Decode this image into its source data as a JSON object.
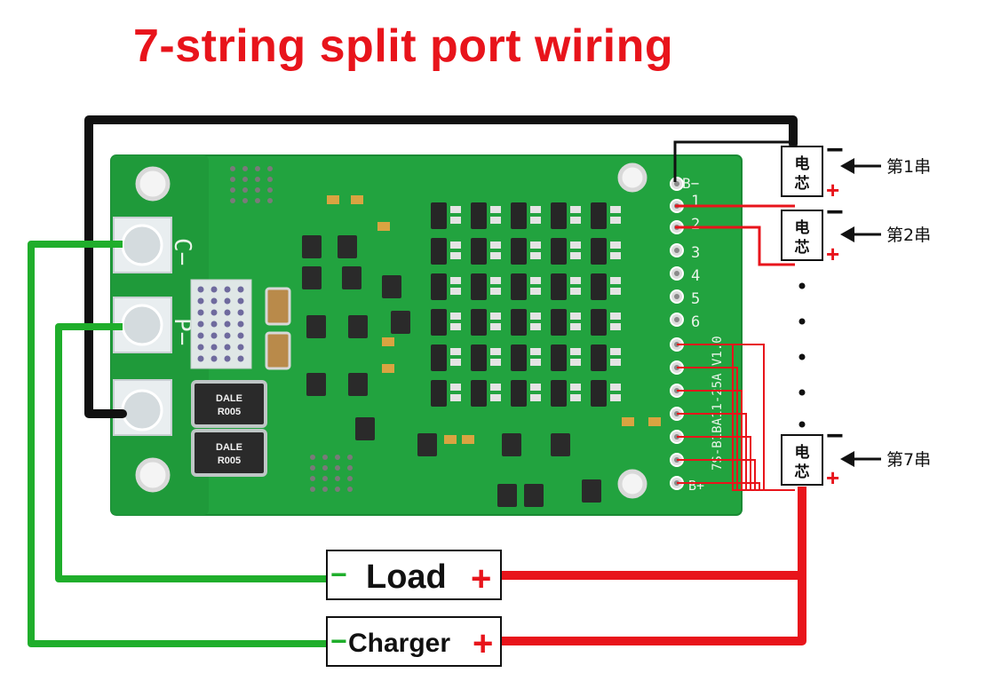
{
  "title": "7-string split port wiring",
  "colors": {
    "title": "#e8141b",
    "pcb": "#22a33f",
    "wire_positive": "#e8141b",
    "wire_negative": "#1fae2b",
    "wire_bminus": "#111111"
  },
  "board": {
    "pad_c_minus": "C−",
    "pad_p_minus": "P−",
    "pad_b_minus": "B−",
    "header_numbers": [
      "1",
      "2",
      "3",
      "4",
      "5",
      "6"
    ],
    "header_last": "B+",
    "resistor_1": {
      "line1": "DALE",
      "line2": "R005"
    },
    "resistor_2": {
      "line1": "DALE",
      "line2": "R005"
    },
    "model_text": "7S-B1BA11-25A V1.0"
  },
  "cells": [
    {
      "text": "电芯",
      "string_label": "第1串",
      "minus": "−",
      "plus": "+"
    },
    {
      "text": "电芯",
      "string_label": "第2串",
      "minus": "−",
      "plus": "+"
    },
    {
      "text": "电芯",
      "string_label": "第7串",
      "minus": "−",
      "plus": "+"
    }
  ],
  "load": {
    "minus": "−",
    "label": "Load",
    "plus": "+"
  },
  "charger": {
    "minus": "−",
    "label": "Charger",
    "plus": "+"
  }
}
